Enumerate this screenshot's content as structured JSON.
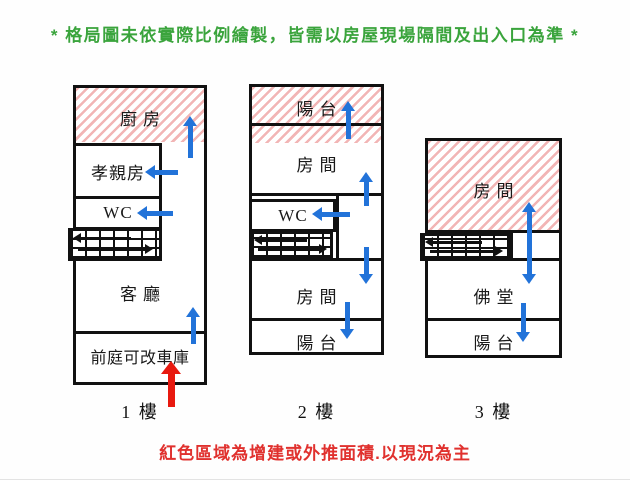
{
  "notices": {
    "top": "* 格局圖未依實際比例繪製，皆需以房屋現場隔間及出入口為準 *",
    "bottom": "紅色區域為增建或外推面積.以現況為主"
  },
  "colors": {
    "notice_green": "#3aa43c",
    "notice_red": "#e0312e",
    "arrow_blue": "#2273d9",
    "arrow_red": "#e8190f",
    "hatch_pink": "#f2b5b5",
    "wall_black": "#111111"
  },
  "legend_note": "紅色區域為增建或外推面積(hatched areas)",
  "floors": [
    {
      "label": "1 樓",
      "rooms": {
        "kitchen": "廚房",
        "parents_room": "孝親房",
        "wc": "WC",
        "living_room": "客廳",
        "front_yard": "前庭可改車庫"
      }
    },
    {
      "label": "2 樓",
      "rooms": {
        "balcony_top": "陽台",
        "room_upper": "房間",
        "wc": "WC",
        "room_lower": "房間",
        "balcony_bottom": "陽台"
      }
    },
    {
      "label": "3 樓",
      "rooms": {
        "room": "房間",
        "buddhist_hall": "佛堂",
        "balcony": "陽台"
      }
    }
  ]
}
